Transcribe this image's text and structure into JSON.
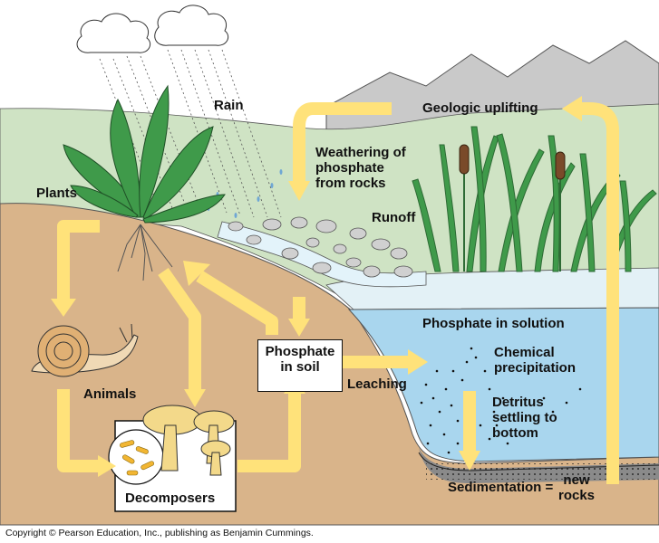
{
  "labels": {
    "rain": "Rain",
    "geologic_uplifting": "Geologic uplifting",
    "weathering": "Weathering of\nphosphate\nfrom rocks",
    "runoff": "Runoff",
    "plants": "Plants",
    "phosphate_in_soil": "Phosphate\nin soil",
    "phosphate_in_solution": "Phosphate in solution",
    "chemical_precipitation": "Chemical\nprecipitation",
    "leaching": "Leaching",
    "animals": "Animals",
    "detritus": "Detritus\nsettling to\nbottom",
    "decomposers": "Decomposers",
    "sedimentation": "Sedimentation =",
    "new_rocks": "new\nrocks"
  },
  "copyright": "Copyright © Pearson Education, Inc., publishing as Benjamin Cummings.",
  "colors": {
    "soil": "#d9b48a",
    "sky_hill": "#cfe3c4",
    "water": "#a9d6ee",
    "arrow": "#ffe27a",
    "mountain": "#c9c9c9",
    "plant": "#3f9a4a",
    "cattail": "#7a4a2a"
  }
}
